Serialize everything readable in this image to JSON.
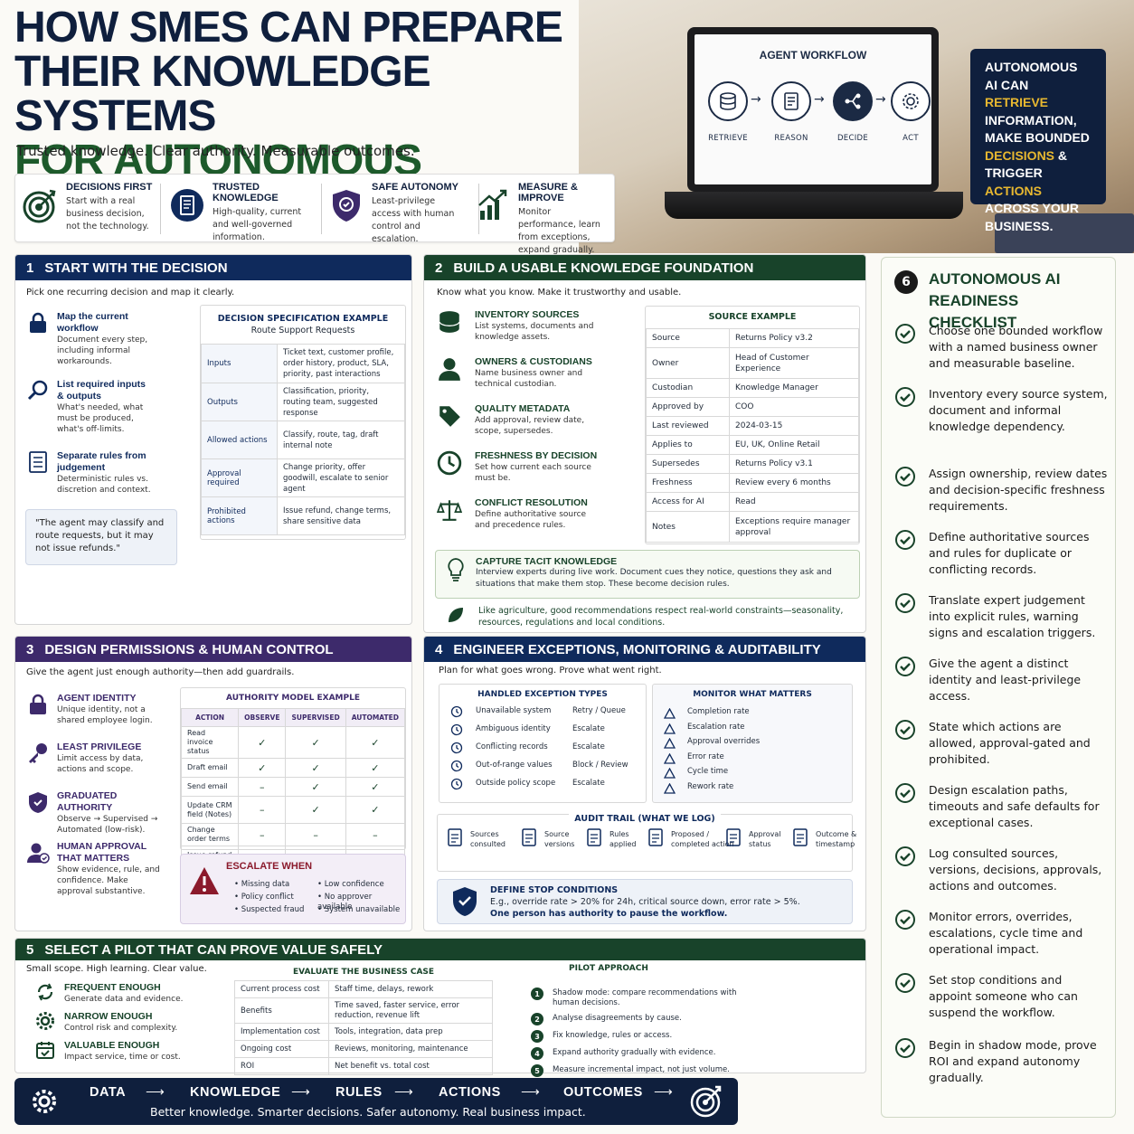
{
  "header": {
    "line1": "HOW SMES CAN PREPARE",
    "line2": "THEIR KNOWLEDGE SYSTEMS",
    "line3": "FOR AUTONOMOUS BUSINESS AI",
    "tagline": "Trusted knowledge. Clear authority. Measurable outcomes."
  },
  "workflow": {
    "title": "AGENT WORKFLOW",
    "steps": [
      "RETRIEVE",
      "REASON",
      "DECIDE",
      "ACT"
    ]
  },
  "callout": {
    "a": "AUTONOMOUS AI CAN ",
    "b": "RETRIEVE",
    "c": " INFORMATION, MAKE BOUNDED ",
    "d": "DECISIONS",
    "e": " & TRIGGER ",
    "f": "ACTIONS",
    "g": " ACROSS YOUR BUSINESS."
  },
  "pillars": [
    {
      "title": "DECISIONS FIRST",
      "desc": "Start with a real business decision, not the technology."
    },
    {
      "title": "TRUSTED KNOWLEDGE",
      "desc": "High-quality, current and well-governed information."
    },
    {
      "title": "SAFE AUTONOMY",
      "desc": "Least-privilege access with human control and escalation."
    },
    {
      "title": "MEASURE & IMPROVE",
      "desc": "Monitor performance, learn from exceptions, expand gradually."
    }
  ],
  "s1": {
    "num": "1",
    "title": "START WITH THE DECISION",
    "sub": "Pick one recurring decision and map it clearly.",
    "items": [
      {
        "t": "Map the current workflow",
        "d": "Document every step, including informal workarounds."
      },
      {
        "t": "List required inputs & outputs",
        "d": "What's needed, what must be produced, what's off-limits."
      },
      {
        "t": "Separate rules from judgement",
        "d": "Deterministic rules vs. discretion and context."
      }
    ],
    "quote": "\"The agent may classify and route requests, but it may not issue refunds.\"",
    "table_title": "DECISION SPECIFICATION EXAMPLE",
    "table_sub": "Route Support Requests",
    "rows": [
      [
        "Inputs",
        "Ticket text, customer profile, order history, product, SLA, priority, past interactions"
      ],
      [
        "Outputs",
        "Classification, priority, routing team, suggested response"
      ],
      [
        "Allowed actions",
        "Classify, route, tag, draft internal note"
      ],
      [
        "Approval required",
        "Change priority, offer goodwill, escalate to senior agent"
      ],
      [
        "Prohibited actions",
        "Issue refund, change terms, share sensitive data"
      ]
    ]
  },
  "s2": {
    "num": "2",
    "title": "BUILD A USABLE KNOWLEDGE FOUNDATION",
    "sub": "Know what you know. Make it trustworthy and usable.",
    "items": [
      {
        "t": "INVENTORY SOURCES",
        "d": "List systems, documents and knowledge assets."
      },
      {
        "t": "OWNERS & CUSTODIANS",
        "d": "Name business owner and technical custodian."
      },
      {
        "t": "QUALITY METADATA",
        "d": "Add approval, review date, scope, supersedes."
      },
      {
        "t": "FRESHNESS BY DECISION",
        "d": "Set how current each source must be."
      },
      {
        "t": "CONFLICT RESOLUTION",
        "d": "Define authoritative source and precedence rules."
      }
    ],
    "table_title": "SOURCE EXAMPLE",
    "rows": [
      [
        "Source",
        "Returns Policy v3.2"
      ],
      [
        "Owner",
        "Head of Customer Experience"
      ],
      [
        "Custodian",
        "Knowledge Manager"
      ],
      [
        "Approved by",
        "COO"
      ],
      [
        "Last reviewed",
        "2024-03-15"
      ],
      [
        "Applies to",
        "EU, UK, Online Retail"
      ],
      [
        "Supersedes",
        "Returns Policy v3.1"
      ],
      [
        "Freshness",
        "Review every 6 months"
      ],
      [
        "Access for AI",
        "Read"
      ],
      [
        "Notes",
        "Exceptions require manager approval"
      ]
    ],
    "tacit_title": "CAPTURE TACIT KNOWLEDGE",
    "tacit_desc": "Interview experts during live work. Document cues they notice, questions they ask and situations that make them stop. These become decision rules.",
    "agri": "Like agriculture, good recommendations respect real-world constraints—seasonality, resources, regulations and local conditions."
  },
  "s3": {
    "num": "3",
    "title": "DESIGN PERMISSIONS & HUMAN CONTROL",
    "sub": "Give the agent just enough authority—then add guardrails.",
    "items": [
      {
        "t": "AGENT IDENTITY",
        "d": "Unique identity, not a shared employee login."
      },
      {
        "t": "LEAST PRIVILEGE",
        "d": "Limit access by data, actions and scope."
      },
      {
        "t": "GRADUATED AUTHORITY",
        "d": "Observe → Supervised → Automated (low-risk)."
      },
      {
        "t": "HUMAN APPROVAL THAT MATTERS",
        "d": "Show evidence, rule, and confidence. Make approval substantive."
      }
    ],
    "table_title": "AUTHORITY MODEL EXAMPLE",
    "cols": [
      "ACTION",
      "OBSERVE",
      "SUPERVISED",
      "AUTOMATED"
    ],
    "rows": [
      [
        "Read invoice status",
        "✓",
        "✓",
        "✓"
      ],
      [
        "Draft email",
        "✓",
        "✓",
        "✓"
      ],
      [
        "Send email",
        "–",
        "✓",
        "✓"
      ],
      [
        "Update CRM field (Notes)",
        "–",
        "✓",
        "✓"
      ],
      [
        "Change order terms",
        "–",
        "–",
        "–"
      ],
      [
        "Issue refund",
        "–",
        "–",
        "–"
      ]
    ],
    "esc_title": "ESCALATE WHEN",
    "esc": [
      "Missing data",
      "Policy conflict",
      "Suspected fraud",
      "Low confidence",
      "No approver available",
      "System unavailable"
    ]
  },
  "s4": {
    "num": "4",
    "title": "ENGINEER EXCEPTIONS, MONITORING & AUDITABILITY",
    "sub": "Plan for what goes wrong. Prove what went right.",
    "exc_title": "HANDLED EXCEPTION TYPES",
    "exc": [
      [
        "Unavailable system",
        "Retry / Queue"
      ],
      [
        "Ambiguous identity",
        "Escalate"
      ],
      [
        "Conflicting records",
        "Escalate"
      ],
      [
        "Out-of-range values",
        "Block / Review"
      ],
      [
        "Outside policy scope",
        "Escalate"
      ]
    ],
    "mon_title": "MONITOR WHAT MATTERS",
    "mon": [
      "Completion rate",
      "Escalation rate",
      "Approval overrides",
      "Error rate",
      "Cycle time",
      "Rework rate"
    ],
    "audit_title": "AUDIT TRAIL (WHAT WE LOG)",
    "audit": [
      "Sources consulted",
      "Source versions",
      "Rules applied",
      "Proposed / completed action",
      "Approval status",
      "Outcome & timestamp"
    ],
    "stop_title": "DEFINE STOP CONDITIONS",
    "stop_a": "E.g., override rate > 20% for 24h, critical source down, error rate > 5%.",
    "stop_b": "One person has authority to pause the workflow."
  },
  "s5": {
    "num": "5",
    "title": "SELECT A PILOT THAT CAN PROVE VALUE SAFELY",
    "sub": "Small scope. High learning. Clear value.",
    "items": [
      {
        "t": "FREQUENT ENOUGH",
        "d": "Generate data and evidence."
      },
      {
        "t": "NARROW ENOUGH",
        "d": "Control risk and complexity."
      },
      {
        "t": "VALUABLE ENOUGH",
        "d": "Impact service, time or cost."
      }
    ],
    "table_title": "EVALUATE THE BUSINESS CASE",
    "rows": [
      [
        "Current process cost",
        "Staff time, delays, rework"
      ],
      [
        "Benefits",
        "Time saved, faster service, error reduction, revenue lift"
      ],
      [
        "Implementation cost",
        "Tools, integration, data prep"
      ],
      [
        "Ongoing cost",
        "Reviews, monitoring, maintenance"
      ],
      [
        "ROI",
        "Net benefit vs. total cost"
      ]
    ],
    "approach_title": "PILOT APPROACH",
    "approach": [
      "Shadow mode: compare recommendations with human decisions.",
      "Analyse disagreements by cause.",
      "Fix knowledge, rules or access.",
      "Expand authority gradually with evidence.",
      "Measure incremental impact, not just volume."
    ]
  },
  "s6": {
    "num": "6",
    "title": "AUTONOMOUS AI READINESS CHECKLIST",
    "items": [
      "Choose one bounded workflow with a named business owner and measurable baseline.",
      "Inventory every source system, document and informal knowledge dependency.",
      "Assign ownership, review dates and decision-specific freshness requirements.",
      "Define authoritative sources and rules for duplicate or conflicting records.",
      "Translate expert judgement into explicit rules, warning signs and escalation triggers.",
      "Give the agent a distinct identity and least-privilege access.",
      "State which actions are allowed, approval-gated and prohibited.",
      "Design escalation paths, timeouts and safe defaults for exceptional cases.",
      "Log consulted sources, versions, decisions, approvals, actions and outcomes.",
      "Monitor errors, overrides, escalations, cycle time and operational impact.",
      "Set stop conditions and appoint someone who can suspend the workflow.",
      "Begin in shadow mode, prove ROI and expand autonomy gradually."
    ]
  },
  "footer": {
    "flow": [
      "DATA",
      "KNOWLEDGE",
      "RULES",
      "ACTIONS",
      "OUTCOMES"
    ],
    "sub": "Better knowledge. Smarter decisions. Safer autonomy. Real business impact."
  },
  "colors": {
    "navy": "#0f2a5c",
    "green": "#18432a",
    "purple": "#3d2a6b",
    "gold": "#e8b830"
  }
}
